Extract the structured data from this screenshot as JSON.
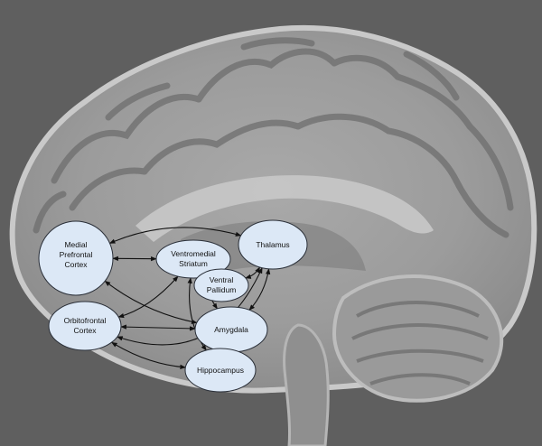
{
  "background": {
    "image": "sagittal-brain-mri",
    "color": "#5f5f5f"
  },
  "node_style": {
    "fill": "#dce8f6",
    "stroke": "#2a2f38"
  },
  "edge_style": {
    "color": "#111111",
    "arrowheads": "both"
  },
  "nodes": [
    {
      "id": "mpfc",
      "lines": [
        "Medial",
        "Prefrontal",
        "Cortex"
      ]
    },
    {
      "id": "vms",
      "lines": [
        "Ventromedial",
        "Striatum"
      ]
    },
    {
      "id": "vp",
      "lines": [
        "Ventral",
        "Pallidum"
      ]
    },
    {
      "id": "thal",
      "lines": [
        "Thalamus"
      ]
    },
    {
      "id": "ofc",
      "lines": [
        "Orbitofrontal",
        "Cortex"
      ]
    },
    {
      "id": "amy",
      "lines": [
        "Amygdala"
      ]
    },
    {
      "id": "hip",
      "lines": [
        "Hippocampus"
      ]
    }
  ],
  "edges": [
    {
      "from": "mpfc",
      "to": "thal"
    },
    {
      "from": "mpfc",
      "to": "vms"
    },
    {
      "from": "mpfc",
      "to": "amy"
    },
    {
      "from": "vms",
      "to": "vp"
    },
    {
      "from": "vms",
      "to": "ofc"
    },
    {
      "from": "vms",
      "to": "amy"
    },
    {
      "from": "vp",
      "to": "thal"
    },
    {
      "from": "amy",
      "to": "thal"
    },
    {
      "from": "ofc",
      "to": "amy"
    },
    {
      "from": "ofc",
      "to": "hip"
    },
    {
      "from": "ofc",
      "to": "thal"
    },
    {
      "from": "hip",
      "to": "vms"
    }
  ]
}
